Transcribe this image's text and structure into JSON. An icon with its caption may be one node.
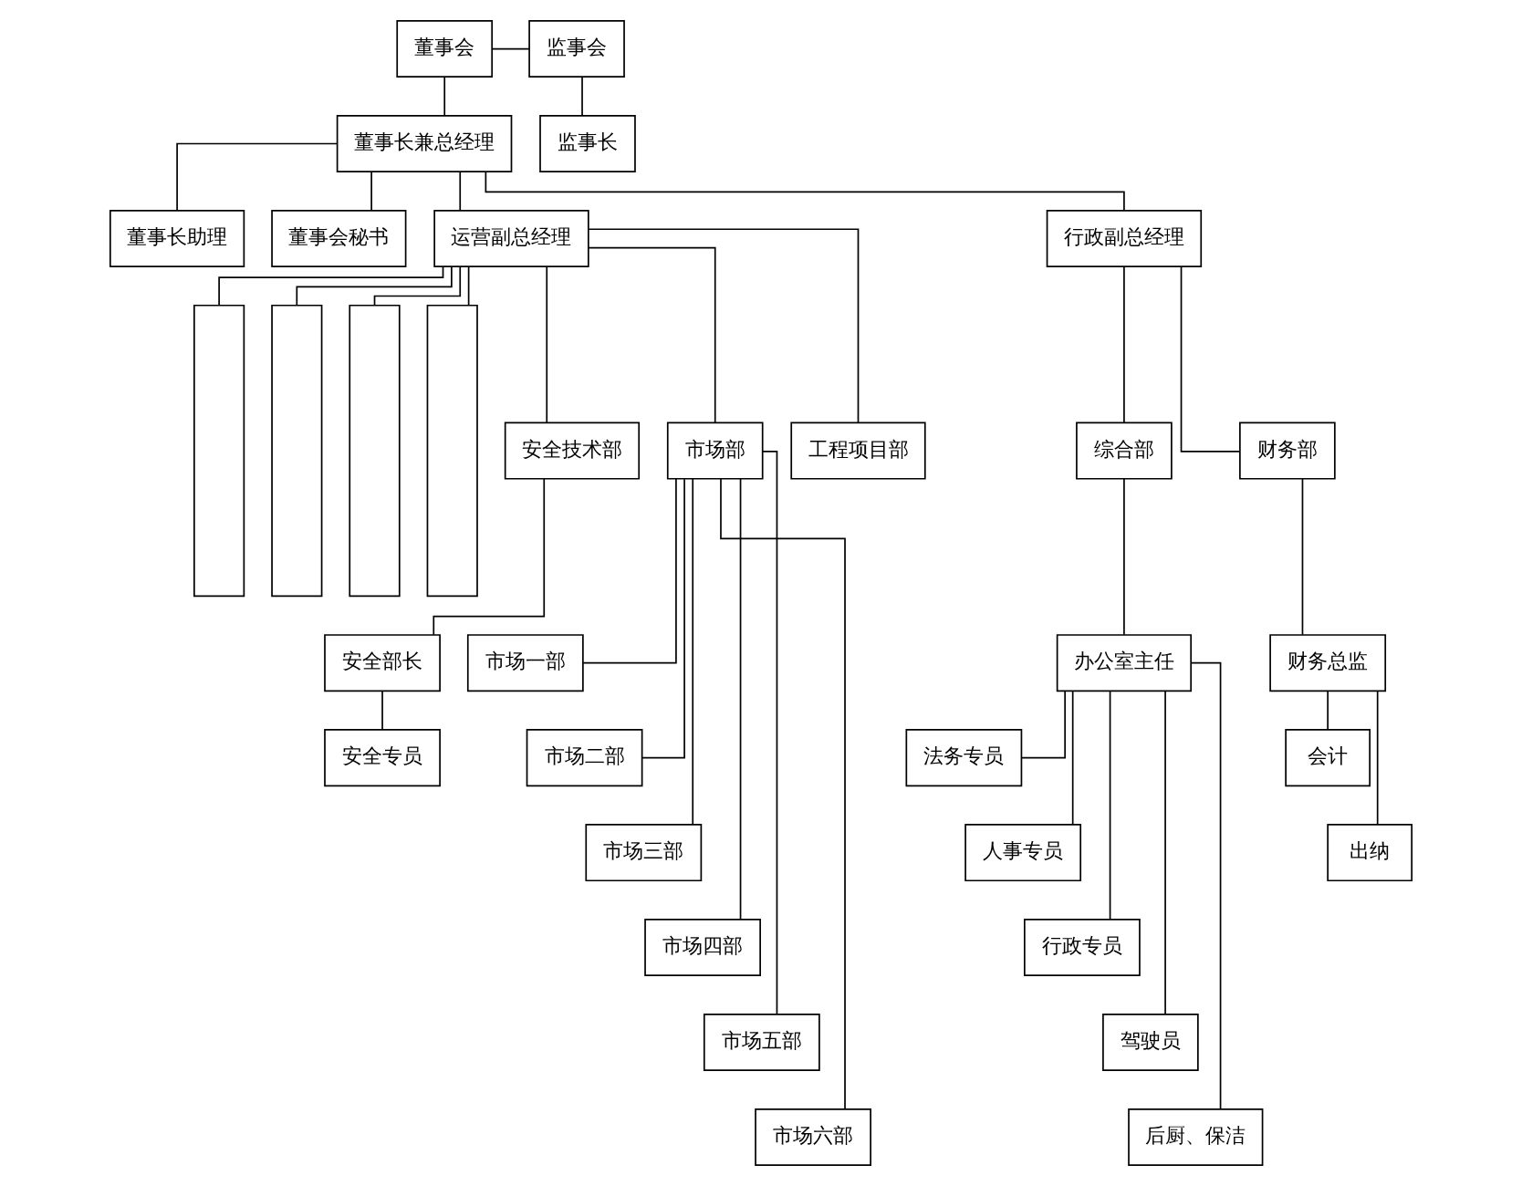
{
  "diagram": {
    "nodes": [
      {
        "text": [
          "董事会"
        ]
      },
      {
        "text": [
          "监事会"
        ]
      },
      {
        "text": [
          "董事长兼总经理"
        ]
      },
      {
        "text": [
          "监事长"
        ]
      },
      {
        "text": [
          "董事长助理"
        ]
      },
      {
        "text": [
          "董事会秘书"
        ]
      },
      {
        "text": [
          "运营副总经理"
        ]
      },
      {
        "text": [
          "行政副总经理"
        ]
      },
      {
        "text": [],
        "shape": "box"
      },
      {
        "text": [],
        "shape": "box"
      },
      {
        "text": [],
        "shape": "box"
      },
      {
        "text": [],
        "shape": "box"
      },
      {
        "text": [
          "安全技术部"
        ]
      },
      {
        "text": [
          "市场部"
        ]
      },
      {
        "text": [
          "工程项目部"
        ]
      },
      {
        "text": [
          "综合部"
        ]
      },
      {
        "text": [
          "财务部"
        ]
      },
      {
        "text": [
          "安全部长"
        ]
      },
      {
        "text": [
          "安全专员"
        ]
      },
      {
        "text": [
          "市场一部"
        ]
      },
      {
        "text": [
          "市场二部"
        ]
      },
      {
        "text": [
          "市场三部"
        ]
      },
      {
        "text": [
          "市场四部"
        ]
      },
      {
        "text": [
          "市场五部"
        ]
      },
      {
        "text": [
          "市场六部"
        ]
      },
      {
        "text": [
          "办公室主任"
        ]
      },
      {
        "text": [
          "法务专员"
        ]
      },
      {
        "text": [
          "人事专员"
        ]
      },
      {
        "text": [
          "行政专员"
        ]
      },
      {
        "text": [
          "驾驶员"
        ]
      },
      {
        "text": [
          "后厨、保洁"
        ]
      },
      {
        "text": [
          "财务总监"
        ]
      },
      {
        "text": [
          "会计"
        ]
      },
      {
        "text": [
          "出纳"
        ]
      }
    ],
    "edges": [
      {
        "from": 0,
        "to": 1,
        "arrow": "none"
      },
      {
        "from": 0,
        "to": 2,
        "arrow": "none"
      },
      {
        "from": 1,
        "to": 3,
        "arrow": "none"
      },
      {
        "from": 2,
        "to": 4,
        "arrow": "none"
      },
      {
        "from": 2,
        "to": 5,
        "arrow": "none"
      },
      {
        "from": 2,
        "to": 6,
        "arrow": "none"
      },
      {
        "from": 2,
        "to": 7,
        "arrow": "none"
      },
      {
        "from": 6,
        "to": 8,
        "arrow": "none"
      },
      {
        "from": 6,
        "to": 9,
        "arrow": "none"
      },
      {
        "from": 6,
        "to": 10,
        "arrow": "none"
      },
      {
        "from": 6,
        "to": 11,
        "arrow": "none"
      },
      {
        "from": 6,
        "to": 12,
        "arrow": "none"
      },
      {
        "from": 6,
        "to": 13,
        "arrow": "none"
      },
      {
        "from": 6,
        "to": 14,
        "arrow": "none"
      },
      {
        "from": 7,
        "to": 15,
        "arrow": "none"
      },
      {
        "from": 7,
        "to": 16,
        "arrow": "none"
      },
      {
        "from": 12,
        "to": 17,
        "arrow": "none"
      },
      {
        "from": 17,
        "to": 18,
        "arrow": "none"
      },
      {
        "from": 13,
        "to": 19,
        "arrow": "none"
      },
      {
        "from": 13,
        "to": 20,
        "arrow": "none"
      },
      {
        "from": 13,
        "to": 21,
        "arrow": "none"
      },
      {
        "from": 13,
        "to": 22,
        "arrow": "none"
      },
      {
        "from": 13,
        "to": 23,
        "arrow": "none"
      },
      {
        "from": 13,
        "to": 24,
        "arrow": "none"
      },
      {
        "from": 15,
        "to": 25,
        "arrow": "none"
      },
      {
        "from": 25,
        "to": 26,
        "arrow": "none"
      },
      {
        "from": 25,
        "to": 27,
        "arrow": "none"
      },
      {
        "from": 25,
        "to": 28,
        "arrow": "none"
      },
      {
        "from": 25,
        "to": 29,
        "arrow": "none"
      },
      {
        "from": 25,
        "to": 30,
        "arrow": "none"
      },
      {
        "from": 16,
        "to": 31,
        "arrow": "none"
      },
      {
        "from": 31,
        "to": 32,
        "arrow": "none"
      },
      {
        "from": 31,
        "to": 33,
        "arrow": "none"
      }
    ]
  }
}
